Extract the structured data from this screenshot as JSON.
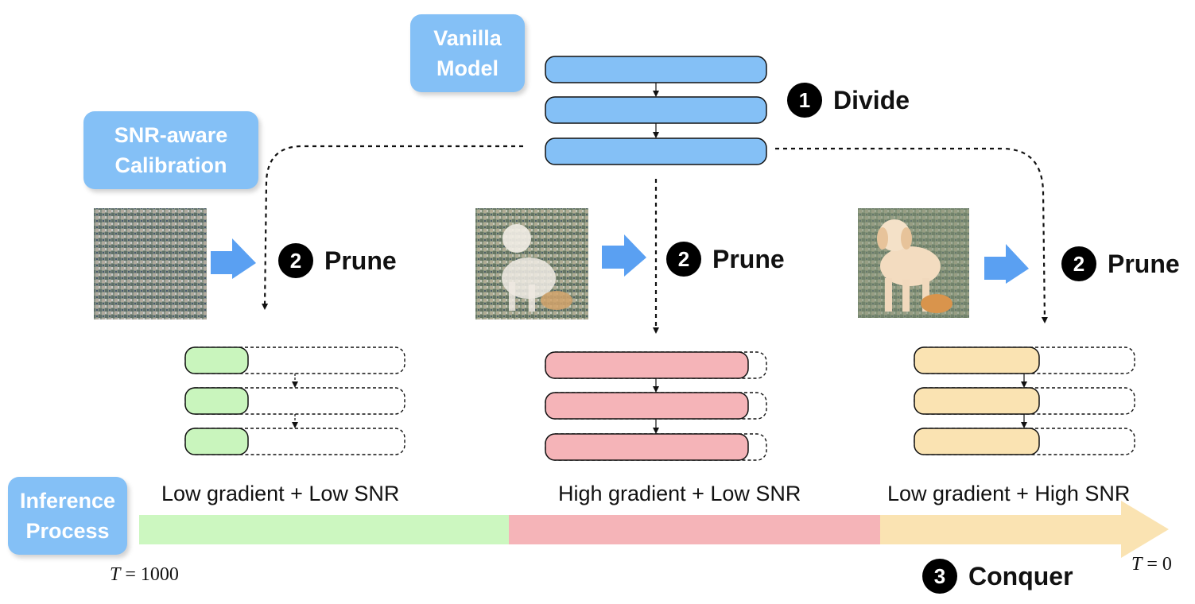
{
  "tags": {
    "vanilla": [
      "Vanilla",
      "Model"
    ],
    "snr": [
      "SNR-aware",
      "Calibration"
    ],
    "inference": [
      "Inference",
      "Process"
    ]
  },
  "steps": {
    "divide": {
      "number": "1",
      "label": "Divide"
    },
    "prune": {
      "number": "2",
      "label": "Prune"
    },
    "conquer": {
      "number": "3",
      "label": "Conquer"
    }
  },
  "phases": [
    {
      "label": "Low gradient + Low SNR",
      "color": "#ccf7c0",
      "block_color": "#c9f5bd"
    },
    {
      "label": "High gradient + Low SNR",
      "color": "#f5b4b8",
      "block_color": "#f5b4b8"
    },
    {
      "label": "Low gradient + High SNR",
      "color": "#fae3b2",
      "block_color": "#fae3b2"
    }
  ],
  "timeline": {
    "start_symbol": "T",
    "start_value": "= 1000",
    "end_symbol": "T",
    "end_value": "= 0"
  },
  "colors": {
    "model_block": "#84c0f6",
    "tag": "#84c0f6",
    "arrow": "#5aa0f2"
  }
}
